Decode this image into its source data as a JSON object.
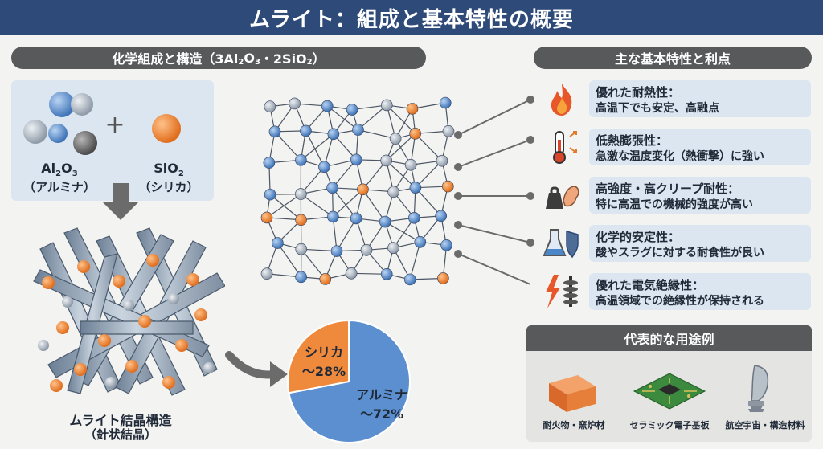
{
  "title": "ムライト：組成と基本特性の概要",
  "composition": {
    "header": "化学組成と構造（3Al",
    "header_sub1": "2",
    "header_mid1": "O",
    "header_sub2": "3",
    "header_mid2": "・2SiO",
    "header_sub3": "2",
    "header_end": "）",
    "alumina_formula": {
      "a": "Al",
      "s1": "2",
      "b": "O",
      "s2": "3"
    },
    "alumina_name": "（アルミナ）",
    "plus": "+",
    "silica_formula": {
      "a": "SiO",
      "s1": "2"
    },
    "silica_name": "（シリカ）",
    "crystal_label": "ムライト結晶構造",
    "crystal_sub": "（針状結晶）"
  },
  "chart_data": {
    "type": "pie",
    "slices": [
      {
        "name": "アルミナ",
        "label": "〜72%",
        "value": 72,
        "color": "#5b8fd0"
      },
      {
        "name": "シリカ",
        "label": "〜28%",
        "value": 28,
        "color": "#ef8a3c"
      }
    ]
  },
  "properties": {
    "header": "主な基本特性と利点",
    "items": [
      {
        "icon": "flame-icon",
        "title": "優れた耐熱性：",
        "desc": "高温下でも安定、高融点"
      },
      {
        "icon": "thermometer-icon",
        "title": "低熱膨張性：",
        "desc": "急激な温度変化（熱衝撃）に強い"
      },
      {
        "icon": "strength-icon",
        "title": "高強度・高クリープ耐性：",
        "desc": "特に高温での機械的強度が高い"
      },
      {
        "icon": "flask-shield-icon",
        "title": "化学的安定性：",
        "desc": "酸やスラグに対する耐食性が良い"
      },
      {
        "icon": "lightning-insulator-icon",
        "title": "優れた電気絶縁性：",
        "desc": "高温領域での絶縁性が保持される"
      }
    ]
  },
  "uses": {
    "header": "代表的な用途例",
    "items": [
      {
        "icon": "brick-icon",
        "label": "耐火物・窯炉材"
      },
      {
        "icon": "circuit-board-icon",
        "label": "セラミック電子基板"
      },
      {
        "icon": "turbine-blade-icon",
        "label": "航空宇宙・構造材料"
      }
    ]
  },
  "colors": {
    "title_bg": "#2e4a78",
    "alumina": "#5b8fd0",
    "silica": "#ef8a3c",
    "panel": "#dce6f1"
  }
}
